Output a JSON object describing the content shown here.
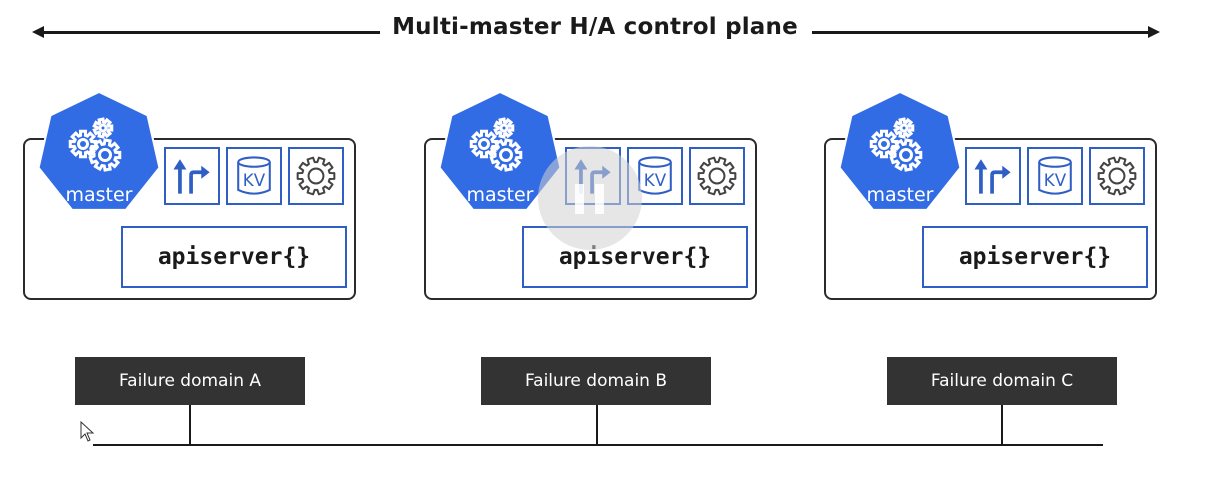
{
  "header": {
    "title": "Multi-master H/A control plane"
  },
  "masters": [
    {
      "label": "master",
      "kv": "KV",
      "api": "apiserver{}"
    },
    {
      "label": "master",
      "kv": "KV",
      "api": "apiserver{}"
    },
    {
      "label": "master",
      "kv": "KV",
      "api": "apiserver{}"
    }
  ],
  "domains": [
    {
      "label": "Failure domain A"
    },
    {
      "label": "Failure domain B"
    },
    {
      "label": "Failure domain C"
    }
  ],
  "colors": {
    "k8s_blue": "#326ce5",
    "icon_border": "#2f5fc4",
    "domain_bg": "#333333"
  }
}
